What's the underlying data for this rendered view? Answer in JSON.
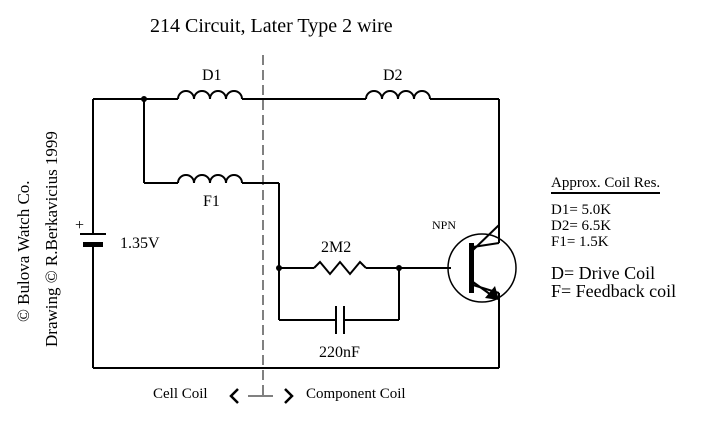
{
  "title": "214 Circuit, Later Type 2 wire",
  "copyright": {
    "line1": "© Bulova Watch Co.",
    "line2": "Drawing  ©  R.Berkavicius 1999"
  },
  "components": {
    "d1": "D1",
    "d2": "D2",
    "f1": "F1",
    "resistor": "2M2",
    "capacitor": "220nF",
    "transistor": "NPN",
    "battery_plus": "+",
    "battery_voltage": "1.35V"
  },
  "divider": {
    "left_label": "Cell Coil",
    "right_label": "Component Coil"
  },
  "legend": {
    "heading": "Approx. Coil Res.",
    "values": [
      "D1= 5.0K",
      "D2= 6.5K",
      "F1= 1.5K"
    ],
    "keys": [
      "D= Drive Coil",
      "F= Feedback coil"
    ]
  }
}
